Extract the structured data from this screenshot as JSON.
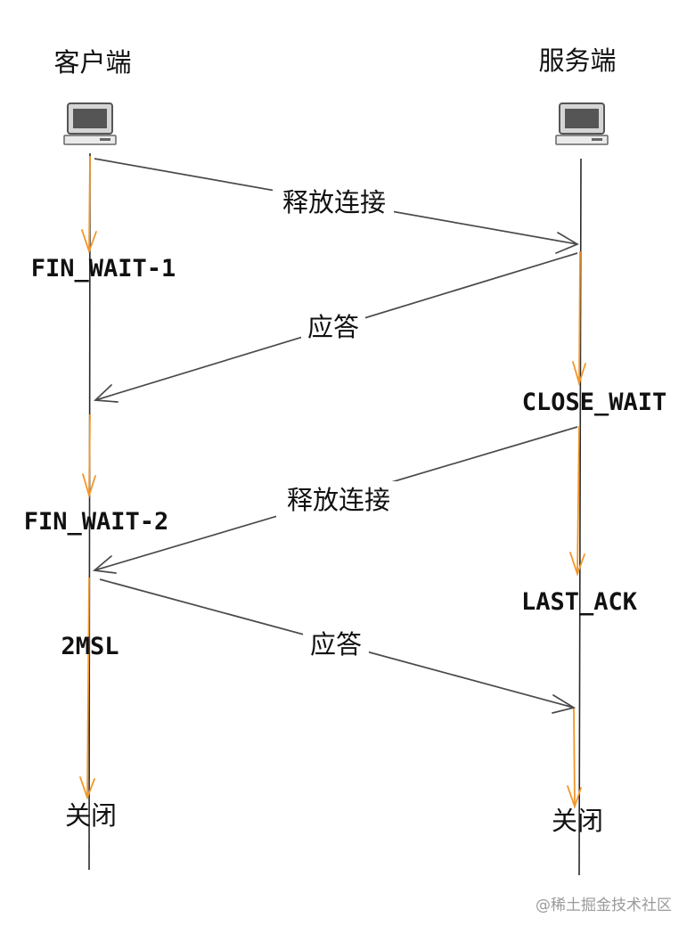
{
  "parties": {
    "client": {
      "label": "客户端",
      "icon": "computer-icon"
    },
    "server": {
      "label": "服务端",
      "icon": "computer-icon"
    }
  },
  "client_states": [
    "FIN_WAIT-1",
    "FIN_WAIT-2",
    "2MSL"
  ],
  "server_states": [
    "CLOSE_WAIT",
    "LAST_ACK"
  ],
  "messages": [
    {
      "label": "释放连接",
      "from": "client",
      "to": "server"
    },
    {
      "label": "应答",
      "from": "server",
      "to": "client"
    },
    {
      "label": "释放连接",
      "from": "server",
      "to": "client"
    },
    {
      "label": "应答",
      "from": "client",
      "to": "server"
    }
  ],
  "end_labels": {
    "client": "关闭",
    "server": "关闭"
  },
  "watermark": "@稀土掘金技术社区",
  "colors": {
    "state_arrow": "#f0972a",
    "message_arrow": "#4a4a4a",
    "lifeline": "#2a2a2a"
  }
}
